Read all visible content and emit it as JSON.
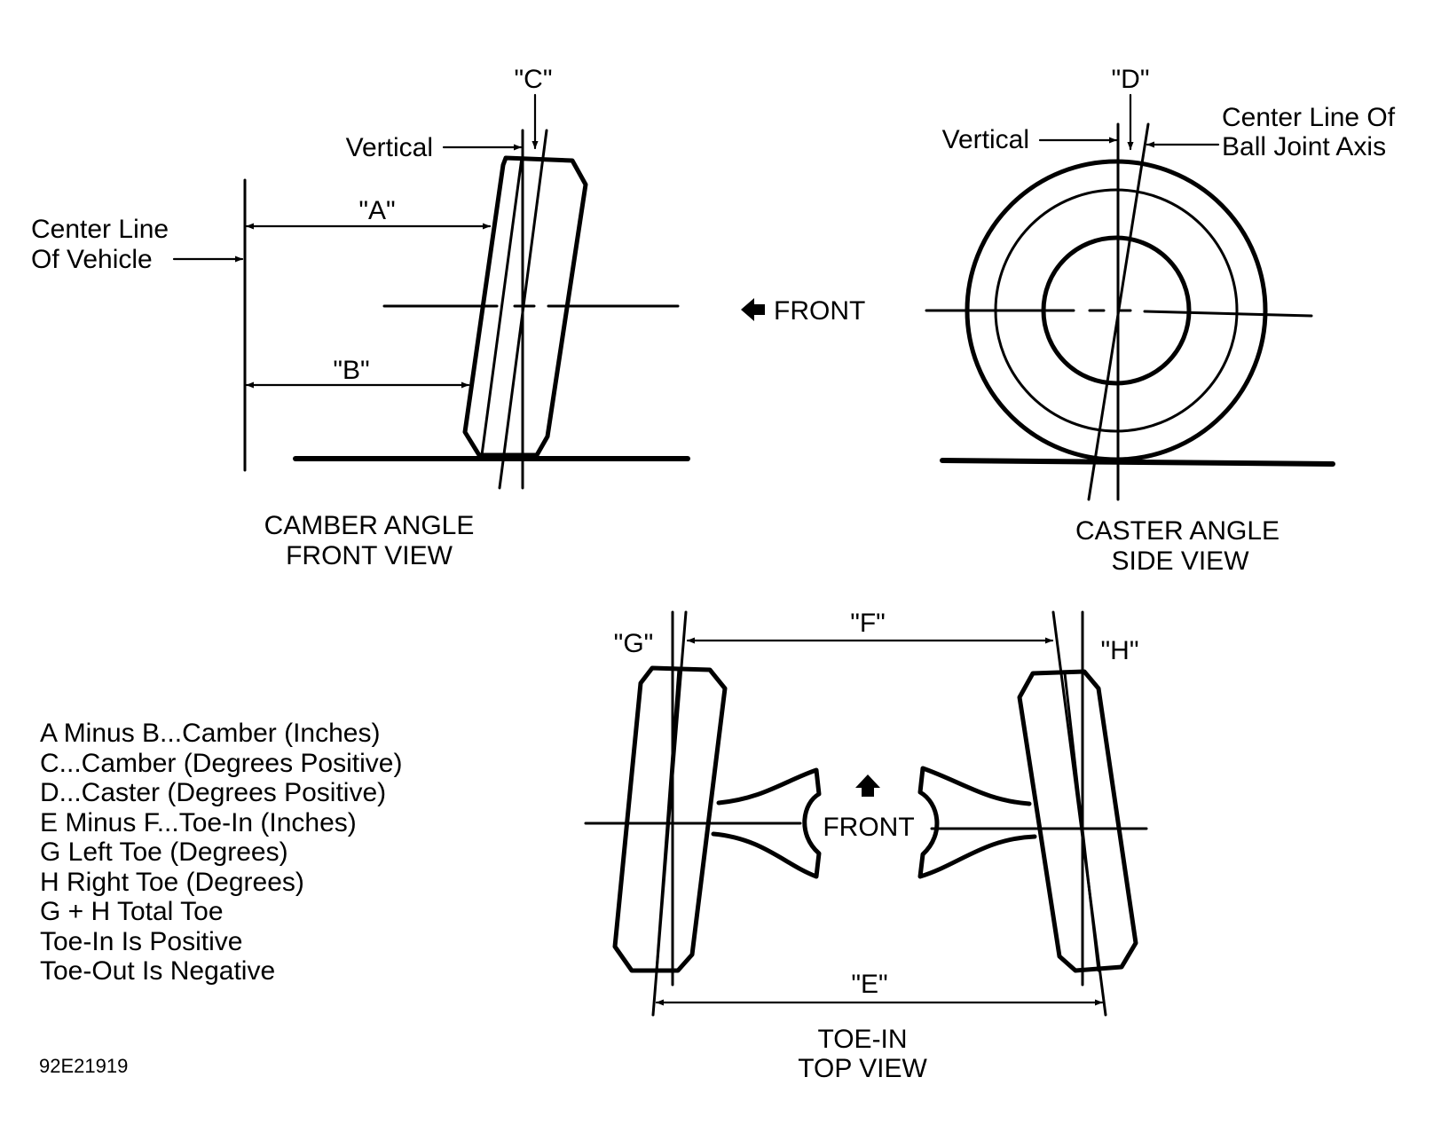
{
  "camber": {
    "label_c": "\"C\"",
    "label_vertical": "Vertical",
    "label_a": "\"A\"",
    "label_b": "\"B\"",
    "centerline_line1": "Center Line",
    "centerline_line2": "Of Vehicle",
    "title_line1": "CAMBER ANGLE",
    "title_line2": "FRONT VIEW"
  },
  "front_arrow": {
    "label": "FRONT"
  },
  "caster": {
    "label_d": "\"D\"",
    "label_vertical": "Vertical",
    "ball_joint_line1": "Center Line Of",
    "ball_joint_line2": "Ball Joint Axis",
    "title_line1": "CASTER ANGLE",
    "title_line2": "SIDE VIEW"
  },
  "toe": {
    "label_g": "\"G\"",
    "label_f": "\"F\"",
    "label_h": "\"H\"",
    "label_e": "\"E\"",
    "front_label": "FRONT",
    "title_line1": "TOE-IN",
    "title_line2": "TOP VIEW"
  },
  "legend": {
    "items": [
      "A Minus B...Camber (Inches)",
      "C...Camber (Degrees Positive)",
      "D...Caster (Degrees Positive)",
      "E Minus F...Toe-In (Inches)",
      "G Left Toe (Degrees)",
      "H Right Toe (Degrees)",
      "G + H Total Toe",
      "Toe-In Is Positive",
      "Toe-Out Is Negative"
    ]
  },
  "figure_id": "92E21919"
}
